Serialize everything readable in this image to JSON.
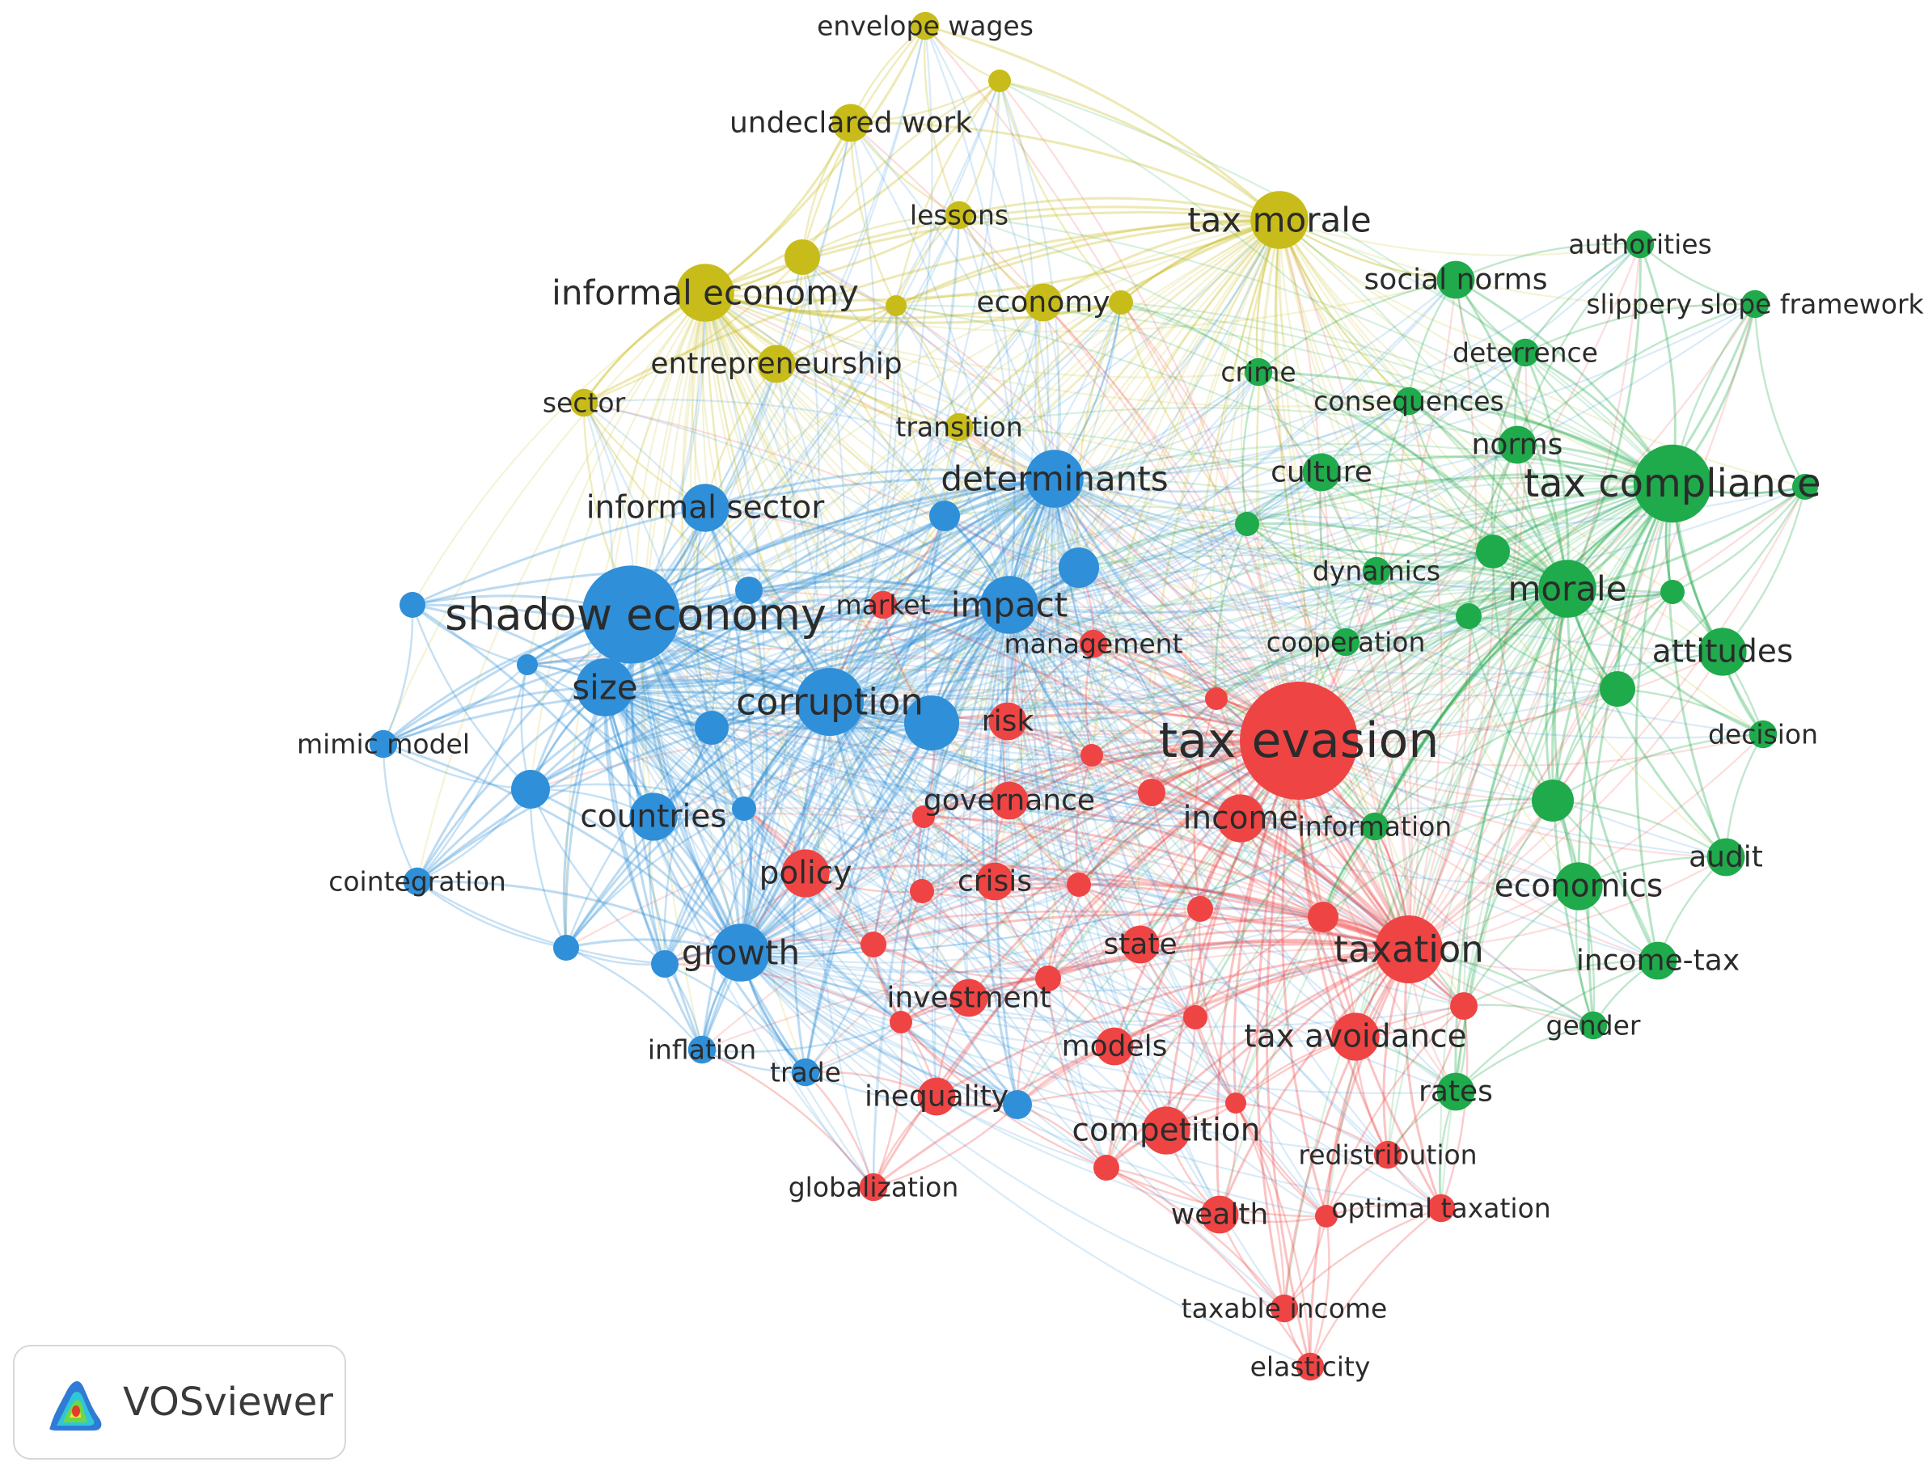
{
  "colors": {
    "cluster1": "#ef4444",
    "cluster2": "#1faa4b",
    "cluster3": "#2f8fd8",
    "cluster4": "#c8bc1a"
  },
  "nodes": [
    {
      "id": "envelope-wages",
      "label": "envelope wages",
      "cluster": 4,
      "weight": 1
    },
    {
      "id": "undeclared-work",
      "label": "undeclared work",
      "cluster": 4,
      "weight": 2
    },
    {
      "id": "lessons",
      "label": "lessons",
      "cluster": 4,
      "weight": 1
    },
    {
      "id": "tax-morale",
      "label": "tax morale",
      "cluster": 4,
      "weight": 4
    },
    {
      "id": "informal-economy",
      "label": "informal economy",
      "cluster": 4,
      "weight": 4
    },
    {
      "id": "economy",
      "label": "economy",
      "cluster": 4,
      "weight": 2
    },
    {
      "id": "entrepreneurship",
      "label": "entrepreneurship",
      "cluster": 4,
      "weight": 2
    },
    {
      "id": "sector",
      "label": "sector",
      "cluster": 4,
      "weight": 1
    },
    {
      "id": "transition",
      "label": "transition",
      "cluster": 4,
      "weight": 1
    },
    {
      "id": "authorities",
      "label": "authorities",
      "cluster": 2,
      "weight": 1
    },
    {
      "id": "social-norms",
      "label": "social norms",
      "cluster": 2,
      "weight": 2
    },
    {
      "id": "slippery-slope-framework",
      "label": "slippery slope framework",
      "cluster": 2,
      "weight": 1
    },
    {
      "id": "deterrence",
      "label": "deterrence",
      "cluster": 2,
      "weight": 1
    },
    {
      "id": "crime",
      "label": "crime",
      "cluster": 2,
      "weight": 1
    },
    {
      "id": "consequences",
      "label": "consequences",
      "cluster": 2,
      "weight": 1
    },
    {
      "id": "norms",
      "label": "norms",
      "cluster": 2,
      "weight": 2
    },
    {
      "id": "culture",
      "label": "culture",
      "cluster": 2,
      "weight": 2
    },
    {
      "id": "tax-compliance",
      "label": "tax compliance",
      "cluster": 2,
      "weight": 6
    },
    {
      "id": "dynamics",
      "label": "dynamics",
      "cluster": 2,
      "weight": 1
    },
    {
      "id": "morale",
      "label": "morale",
      "cluster": 2,
      "weight": 4
    },
    {
      "id": "cooperation",
      "label": "cooperation",
      "cluster": 2,
      "weight": 1
    },
    {
      "id": "attitudes",
      "label": "attitudes",
      "cluster": 2,
      "weight": 3
    },
    {
      "id": "decision",
      "label": "decision",
      "cluster": 2,
      "weight": 1
    },
    {
      "id": "information",
      "label": "information",
      "cluster": 2,
      "weight": 1
    },
    {
      "id": "audit",
      "label": "audit",
      "cluster": 2,
      "weight": 2
    },
    {
      "id": "economics",
      "label": "economics",
      "cluster": 2,
      "weight": 3
    },
    {
      "id": "income-tax",
      "label": "income-tax",
      "cluster": 2,
      "weight": 2
    },
    {
      "id": "gender",
      "label": "gender",
      "cluster": 2,
      "weight": 1
    },
    {
      "id": "rates",
      "label": "rates",
      "cluster": 2,
      "weight": 2
    },
    {
      "id": "tax-evasion",
      "label": "tax evasion",
      "cluster": 1,
      "weight": 10
    },
    {
      "id": "income",
      "label": "income",
      "cluster": 1,
      "weight": 3
    },
    {
      "id": "management",
      "label": "management",
      "cluster": 1,
      "weight": 1
    },
    {
      "id": "risk",
      "label": "risk",
      "cluster": 1,
      "weight": 2
    },
    {
      "id": "governance",
      "label": "governance",
      "cluster": 1,
      "weight": 2
    },
    {
      "id": "policy",
      "label": "policy",
      "cluster": 1,
      "weight": 3
    },
    {
      "id": "crisis",
      "label": "crisis",
      "cluster": 1,
      "weight": 2
    },
    {
      "id": "state",
      "label": "state",
      "cluster": 1,
      "weight": 2
    },
    {
      "id": "taxation",
      "label": "taxation",
      "cluster": 1,
      "weight": 5
    },
    {
      "id": "investment",
      "label": "investment",
      "cluster": 1,
      "weight": 2
    },
    {
      "id": "models",
      "label": "models",
      "cluster": 1,
      "weight": 2
    },
    {
      "id": "tax-avoidance",
      "label": "tax avoidance",
      "cluster": 1,
      "weight": 3
    },
    {
      "id": "inequality",
      "label": "inequality",
      "cluster": 1,
      "weight": 2
    },
    {
      "id": "competition",
      "label": "competition",
      "cluster": 1,
      "weight": 3
    },
    {
      "id": "redistribution",
      "label": "redistribution",
      "cluster": 1,
      "weight": 1
    },
    {
      "id": "globalization",
      "label": "globalization",
      "cluster": 1,
      "weight": 1
    },
    {
      "id": "wealth",
      "label": "wealth",
      "cluster": 1,
      "weight": 2
    },
    {
      "id": "optimal-taxation",
      "label": "optimal taxation",
      "cluster": 1,
      "weight": 1
    },
    {
      "id": "taxable-income",
      "label": "taxable income",
      "cluster": 1,
      "weight": 1
    },
    {
      "id": "elasticity",
      "label": "elasticity",
      "cluster": 1,
      "weight": 1
    },
    {
      "id": "market",
      "label": "market",
      "cluster": 1,
      "weight": 1
    },
    {
      "id": "shadow-economy",
      "label": "shadow economy",
      "cluster": 3,
      "weight": 8
    },
    {
      "id": "informal-sector",
      "label": "informal sector",
      "cluster": 3,
      "weight": 3
    },
    {
      "id": "determinants",
      "label": "determinants",
      "cluster": 3,
      "weight": 4
    },
    {
      "id": "impact",
      "label": "impact",
      "cluster": 3,
      "weight": 4
    },
    {
      "id": "size",
      "label": "size",
      "cluster": 3,
      "weight": 4
    },
    {
      "id": "corruption",
      "label": "corruption",
      "cluster": 3,
      "weight": 5
    },
    {
      "id": "mimic-model",
      "label": "mimic model",
      "cluster": 3,
      "weight": 1
    },
    {
      "id": "countries",
      "label": "countries",
      "cluster": 3,
      "weight": 3
    },
    {
      "id": "cointegration",
      "label": "cointegration",
      "cluster": 3,
      "weight": 1
    },
    {
      "id": "growth",
      "label": "growth",
      "cluster": 3,
      "weight": 4
    },
    {
      "id": "inflation",
      "label": "inflation",
      "cluster": 3,
      "weight": 1
    },
    {
      "id": "trade",
      "label": "trade",
      "cluster": 3,
      "weight": 1
    }
  ],
  "brand": {
    "name": "VOSviewer",
    "logo_icon": "vosviewer-logo-icon"
  }
}
